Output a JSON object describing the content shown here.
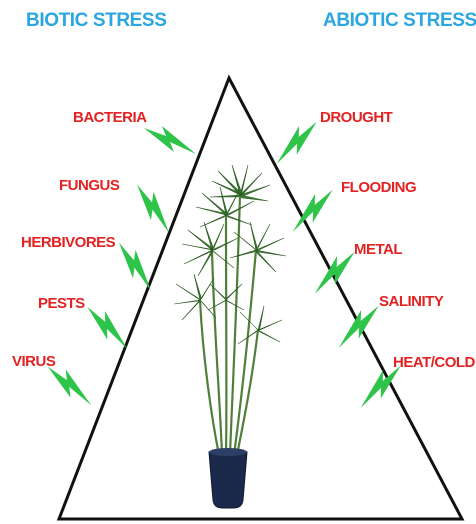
{
  "headers": {
    "biotic": "BIOTIC STRESS",
    "abiotic": "ABIOTIC STRESS"
  },
  "biotic_stresses": [
    {
      "label": "BACTERIA",
      "icon": "lightning-bolt-icon"
    },
    {
      "label": "FUNGUS",
      "icon": "lightning-bolt-icon"
    },
    {
      "label": "HERBIVORES",
      "icon": "lightning-bolt-icon"
    },
    {
      "label": "PESTS",
      "icon": "lightning-bolt-icon"
    },
    {
      "label": "VIRUS",
      "icon": "lightning-bolt-icon"
    }
  ],
  "abiotic_stresses": [
    {
      "label": "DROUGHT",
      "icon": "lightning-bolt-icon"
    },
    {
      "label": "FLOODING",
      "icon": "lightning-bolt-icon"
    },
    {
      "label": "METAL",
      "icon": "lightning-bolt-icon"
    },
    {
      "label": "SALINITY",
      "icon": "lightning-bolt-icon"
    },
    {
      "label": "HEAT/COLD",
      "icon": "lightning-bolt-icon"
    }
  ],
  "colors": {
    "header": "#2aa6e0",
    "stress_label": "#e32222",
    "bolt": "#2ec44a",
    "triangle_outline": "#111111",
    "plant_leaf": "#3d7a30",
    "pot": "#1b2a4a"
  }
}
